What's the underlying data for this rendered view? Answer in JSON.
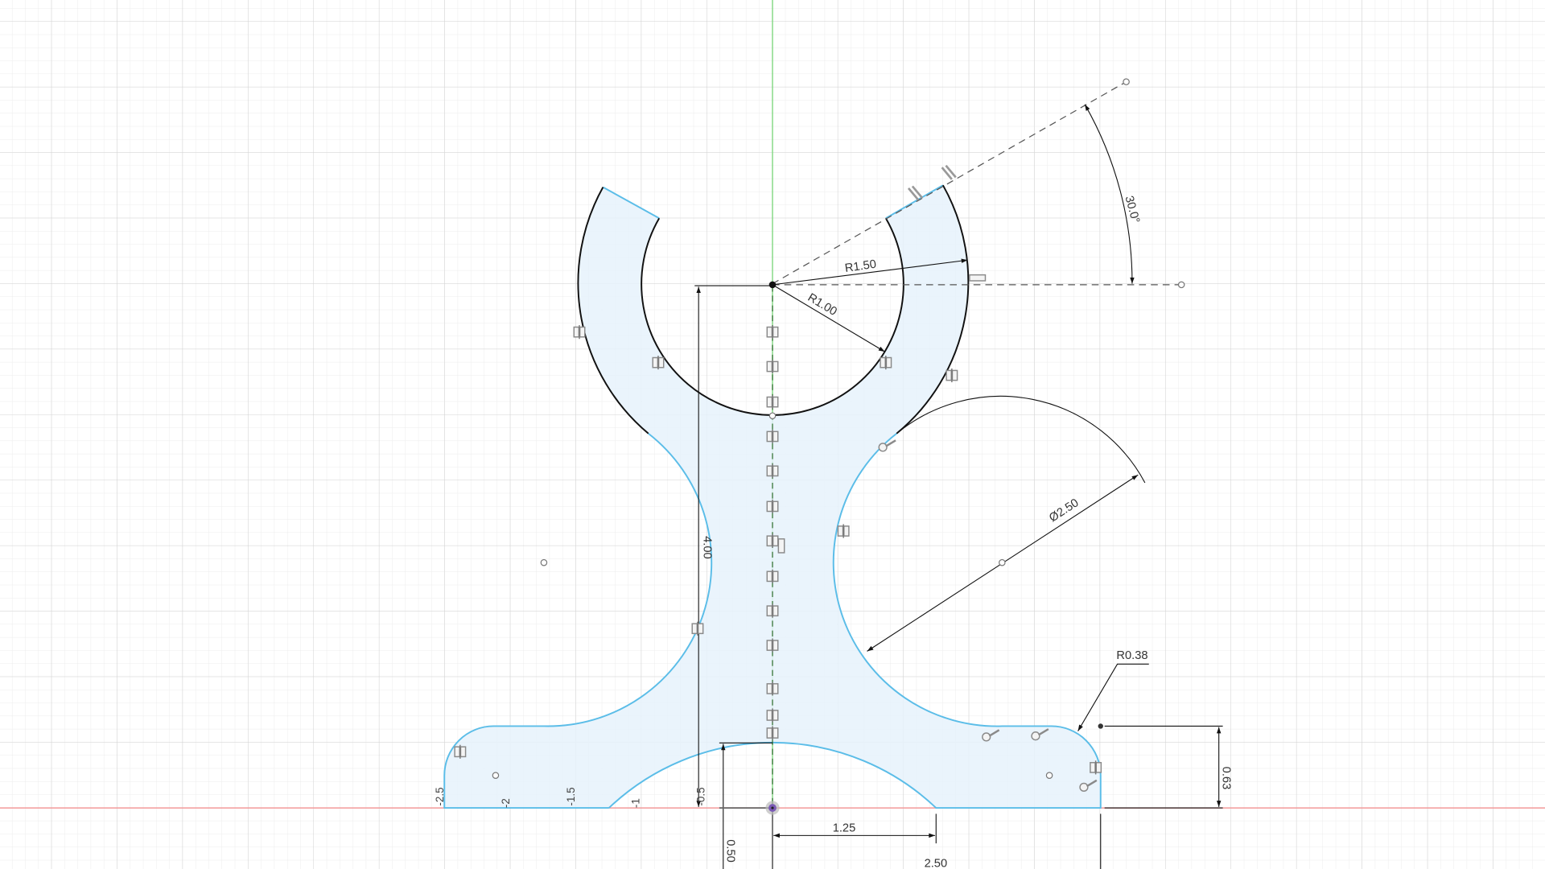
{
  "canvas": {
    "background": "#ffffff",
    "grid_color": "#e3e3e3",
    "grid_major_color": "#d2d2d2",
    "x_axis_color": "#f08080",
    "y_axis_color": "#7cd67c",
    "profile_fill": "#e6f2fb",
    "profile_stroke": "#5bbde8",
    "curve_stroke": "#111111"
  },
  "dimensions": {
    "outer_radius": "R1.50",
    "inner_radius": "R1.00",
    "angle": "30.0°",
    "diameter": "Ø2.50",
    "height": "4.00",
    "fillet_radius": "R0.38",
    "base_height": "0.63",
    "arc_height": "0.50",
    "half_width": "1.25",
    "width": "2.50"
  },
  "axis_ticks": [
    "-2.5",
    "-2",
    "-1.5",
    "-1",
    "-0.5"
  ],
  "constraints": {
    "coincident_icon": "coincident-constraint",
    "tangent_icon": "tangent-constraint",
    "parallel_icon": "parallel-constraint",
    "horizontal_icon": "horizontal-constraint"
  }
}
